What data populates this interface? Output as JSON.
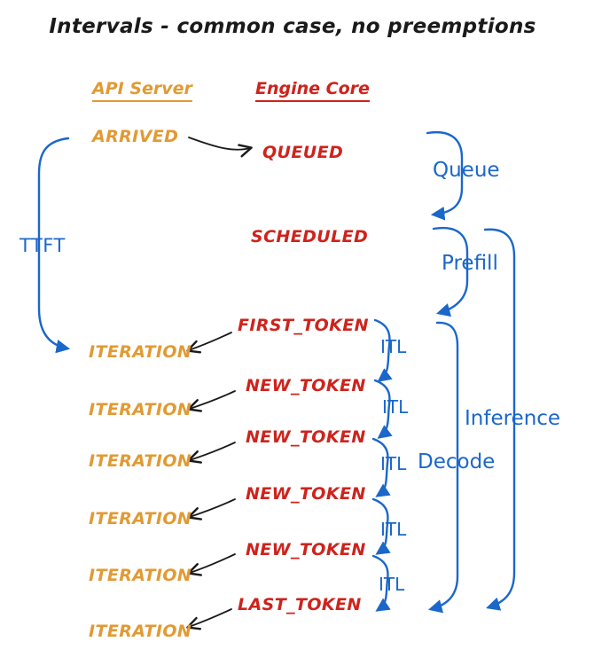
{
  "title": "Intervals - common case, no preemptions",
  "headers": {
    "api_server": "API Server",
    "engine_core": "Engine Core"
  },
  "api_events": [
    "ARRIVED",
    "ITERATION",
    "ITERATION",
    "ITERATION",
    "ITERATION",
    "ITERATION",
    "ITERATION"
  ],
  "engine_events": [
    "QUEUED",
    "SCHEDULED",
    "FIRST_TOKEN",
    "NEW_TOKEN",
    "NEW_TOKEN",
    "NEW_TOKEN",
    "NEW_TOKEN",
    "LAST_TOKEN"
  ],
  "intervals": {
    "ttft": "TTFT",
    "queue": "Queue",
    "prefill": "Prefill",
    "decode": "Decode",
    "inference": "Inference"
  },
  "itl_labels": [
    "ITL",
    "ITL",
    "ITL",
    "ITL",
    "ITL"
  ],
  "colors": {
    "api": "#E19A33",
    "engine": "#CE231C",
    "interval": "#1B67CA",
    "ink": "#1A1A1A"
  }
}
